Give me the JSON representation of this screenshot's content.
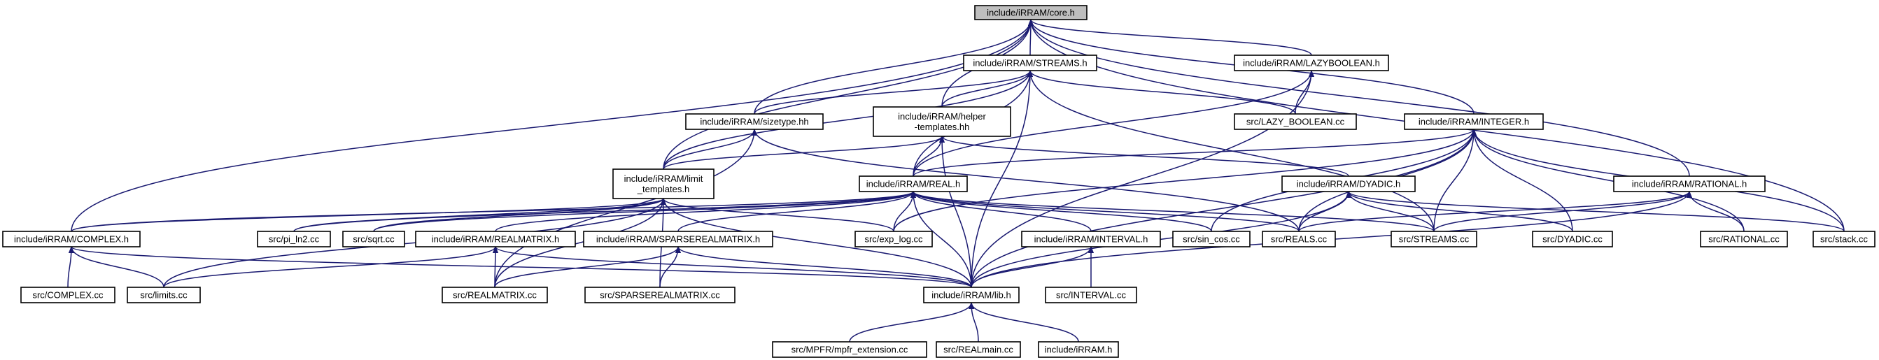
{
  "graph": {
    "edge_color": "#191970",
    "node_fill": "#ffffff",
    "root_fill": "#bfbfbf",
    "nodes": [
      {
        "id": "core",
        "label": "include/iRRAM/core.h"
      },
      {
        "id": "streams_h",
        "label": "include/iRRAM/STREAMS.h"
      },
      {
        "id": "lazyboolean_h",
        "label": "include/iRRAM/LAZYBOOLEAN.h"
      },
      {
        "id": "sizetype",
        "label": "include/iRRAM/sizetype.hh"
      },
      {
        "id": "helper",
        "label": "include/iRRAM/helper\n-templates.hh"
      },
      {
        "id": "lazy_boolean_cc",
        "label": "src/LAZY_BOOLEAN.cc"
      },
      {
        "id": "integer_h",
        "label": "include/iRRAM/INTEGER.h"
      },
      {
        "id": "limit",
        "label": "include/iRRAM/limit\n_templates.h"
      },
      {
        "id": "real_h",
        "label": "include/iRRAM/REAL.h"
      },
      {
        "id": "dyadic_h",
        "label": "include/iRRAM/DYADIC.h"
      },
      {
        "id": "rational_h",
        "label": "include/iRRAM/RATIONAL.h"
      },
      {
        "id": "complex_h",
        "label": "include/iRRAM/COMPLEX.h"
      },
      {
        "id": "pi_ln2",
        "label": "src/pi_ln2.cc"
      },
      {
        "id": "sqrt",
        "label": "src/sqrt.cc"
      },
      {
        "id": "realmatrix_h",
        "label": "include/iRRAM/REALMATRIX.h"
      },
      {
        "id": "sparse_h",
        "label": "include/iRRAM/SPARSEREALMATRIX.h"
      },
      {
        "id": "exp_log",
        "label": "src/exp_log.cc"
      },
      {
        "id": "interval_h",
        "label": "include/iRRAM/INTERVAL.h"
      },
      {
        "id": "sin_cos",
        "label": "src/sin_cos.cc"
      },
      {
        "id": "reals_cc",
        "label": "src/REALS.cc"
      },
      {
        "id": "streams_cc",
        "label": "src/STREAMS.cc"
      },
      {
        "id": "dyadic_cc",
        "label": "src/DYADIC.cc"
      },
      {
        "id": "rational_cc",
        "label": "src/RATIONAL.cc"
      },
      {
        "id": "stack",
        "label": "src/stack.cc"
      },
      {
        "id": "complex_cc",
        "label": "src/COMPLEX.cc"
      },
      {
        "id": "limits_cc",
        "label": "src/limits.cc"
      },
      {
        "id": "realmatrix_cc",
        "label": "src/REALMATRIX.cc"
      },
      {
        "id": "sparse_cc",
        "label": "src/SPARSEREALMATRIX.cc"
      },
      {
        "id": "lib",
        "label": "include/iRRAM/lib.h"
      },
      {
        "id": "interval_cc",
        "label": "src/INTERVAL.cc"
      },
      {
        "id": "mpfr",
        "label": "src/MPFR/mpfr_extension.cc"
      },
      {
        "id": "realmain",
        "label": "src/REALmain.cc"
      },
      {
        "id": "irram_h",
        "label": "include/iRRAM.h"
      }
    ],
    "edges": [
      [
        "streams_h",
        "core"
      ],
      [
        "lazyboolean_h",
        "core"
      ],
      [
        "sizetype",
        "core"
      ],
      [
        "helper",
        "core"
      ],
      [
        "limit",
        "core"
      ],
      [
        "complex_h",
        "core"
      ],
      [
        "integer_h",
        "core"
      ],
      [
        "rational_h",
        "core"
      ],
      [
        "stack",
        "core"
      ],
      [
        "sizetype",
        "streams_h"
      ],
      [
        "helper",
        "streams_h"
      ],
      [
        "lazy_boolean_cc",
        "streams_h"
      ],
      [
        "limit",
        "streams_h"
      ],
      [
        "real_h",
        "streams_h"
      ],
      [
        "lib",
        "streams_h"
      ],
      [
        "streams_cc",
        "streams_h"
      ],
      [
        "lazy_boolean_cc",
        "lazyboolean_h"
      ],
      [
        "real_h",
        "lazyboolean_h"
      ],
      [
        "lib",
        "lazyboolean_h"
      ],
      [
        "limit",
        "sizetype"
      ],
      [
        "realmatrix_cc",
        "sizetype"
      ],
      [
        "reals_cc",
        "sizetype"
      ],
      [
        "limit",
        "helper"
      ],
      [
        "real_h",
        "helper"
      ],
      [
        "lib",
        "helper"
      ],
      [
        "dyadic_h",
        "helper"
      ],
      [
        "real_h",
        "integer_h"
      ],
      [
        "exp_log",
        "integer_h"
      ],
      [
        "sin_cos",
        "integer_h"
      ],
      [
        "reals_cc",
        "integer_h"
      ],
      [
        "streams_cc",
        "integer_h"
      ],
      [
        "dyadic_cc",
        "integer_h"
      ],
      [
        "lib",
        "integer_h"
      ],
      [
        "stack",
        "integer_h"
      ],
      [
        "rational_cc",
        "integer_h"
      ],
      [
        "complex_h",
        "limit"
      ],
      [
        "pi_ln2",
        "limit"
      ],
      [
        "sqrt",
        "limit"
      ],
      [
        "exp_log",
        "limit"
      ],
      [
        "lib",
        "limit"
      ],
      [
        "realmatrix_cc",
        "limit"
      ],
      [
        "sparse_cc",
        "limit"
      ],
      [
        "limits_cc",
        "limit"
      ],
      [
        "complex_h",
        "real_h"
      ],
      [
        "pi_ln2",
        "real_h"
      ],
      [
        "sqrt",
        "real_h"
      ],
      [
        "realmatrix_h",
        "real_h"
      ],
      [
        "sparse_h",
        "real_h"
      ],
      [
        "exp_log",
        "real_h"
      ],
      [
        "interval_h",
        "real_h"
      ],
      [
        "sin_cos",
        "real_h"
      ],
      [
        "reals_cc",
        "real_h"
      ],
      [
        "streams_cc",
        "real_h"
      ],
      [
        "lib",
        "real_h"
      ],
      [
        "reals_cc",
        "dyadic_h"
      ],
      [
        "streams_cc",
        "dyadic_h"
      ],
      [
        "dyadic_cc",
        "dyadic_h"
      ],
      [
        "lib",
        "dyadic_h"
      ],
      [
        "stack",
        "dyadic_h"
      ],
      [
        "reals_cc",
        "rational_h"
      ],
      [
        "streams_cc",
        "rational_h"
      ],
      [
        "rational_cc",
        "rational_h"
      ],
      [
        "lib",
        "rational_h"
      ],
      [
        "complex_cc",
        "complex_h"
      ],
      [
        "limits_cc",
        "complex_h"
      ],
      [
        "lib",
        "complex_h"
      ],
      [
        "limits_cc",
        "realmatrix_h"
      ],
      [
        "realmatrix_cc",
        "realmatrix_h"
      ],
      [
        "lib",
        "realmatrix_h"
      ],
      [
        "realmatrix_cc",
        "sparse_h"
      ],
      [
        "sparse_cc",
        "sparse_h"
      ],
      [
        "lib",
        "sparse_h"
      ],
      [
        "lib",
        "interval_h"
      ],
      [
        "interval_cc",
        "interval_h"
      ],
      [
        "mpfr",
        "lib"
      ],
      [
        "realmain",
        "lib"
      ],
      [
        "irram_h",
        "lib"
      ]
    ]
  }
}
